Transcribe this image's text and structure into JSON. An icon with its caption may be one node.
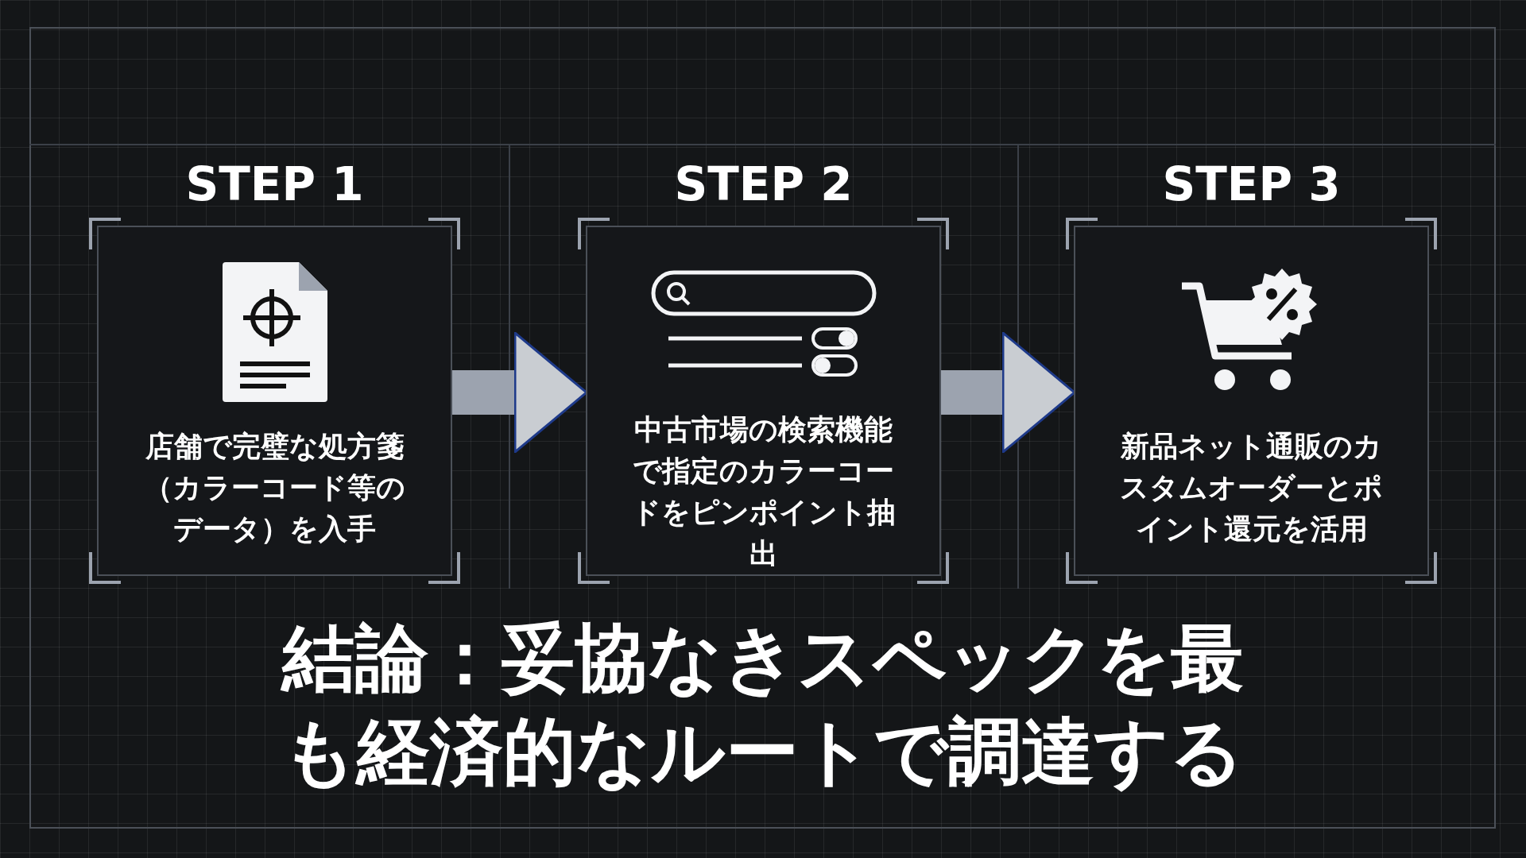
{
  "diagram": {
    "caption": "結論：妥協なきスペックを最も経済的なルートで調達する",
    "nodes": [
      {
        "text": [
          "STEP 1",
          "店舗で完璧な処方箋（カラーコード等のデータ）を入手"
        ]
      },
      {
        "text": [
          "STEP 2",
          "中古市場の検索機能で指定のカラーコードをピンポイント抽出"
        ]
      },
      {
        "text": [
          "STEP 3",
          "新品ネット通販のカスタムオーダーとポイント還元を活用"
        ]
      }
    ],
    "edges": [
      {
        "from": 0,
        "to": 1,
        "arrow": "to"
      },
      {
        "from": 1,
        "to": 2,
        "arrow": "to"
      }
    ]
  }
}
